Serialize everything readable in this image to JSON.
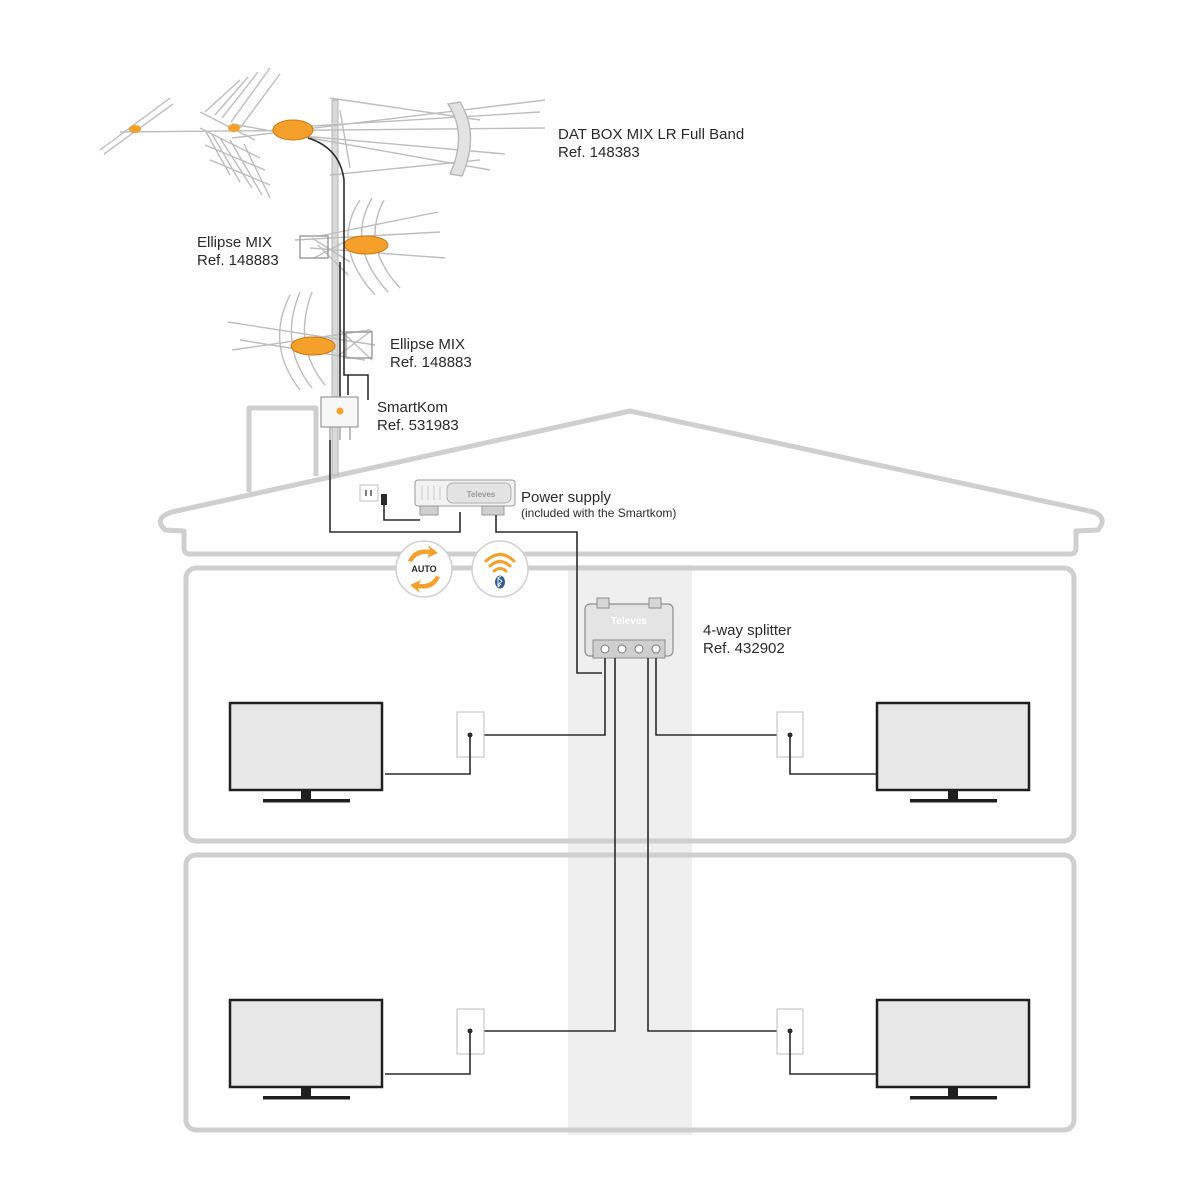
{
  "labels": {
    "dat_box_name": "DAT BOX MIX LR Full Band",
    "dat_box_ref": "Ref. 148383",
    "ellipse_upper_name": "Ellipse MIX",
    "ellipse_upper_ref": "Ref. 148883",
    "ellipse_lower_name": "Ellipse MIX",
    "ellipse_lower_ref": "Ref. 148883",
    "smartkom_name": "SmartKom",
    "smartkom_ref": "Ref. 531983",
    "power_supply_name": "Power supply",
    "power_supply_note": "(included with the Smartkom)",
    "splitter_name": "4-way splitter",
    "splitter_ref": "Ref. 432902"
  },
  "badges": {
    "auto_text": "AUTO",
    "brand": "Televes"
  },
  "icons": {
    "auto_icon": "auto-sync-icon",
    "wifi_bluetooth_icon": "wifi-bluetooth-icon"
  },
  "colors": {
    "accent_orange": "#f5a02a",
    "house_outline": "#cfcfcf",
    "riser_band": "#efefef",
    "tv_screen": "#e7e7e7",
    "cable": "#2b2b2b"
  }
}
